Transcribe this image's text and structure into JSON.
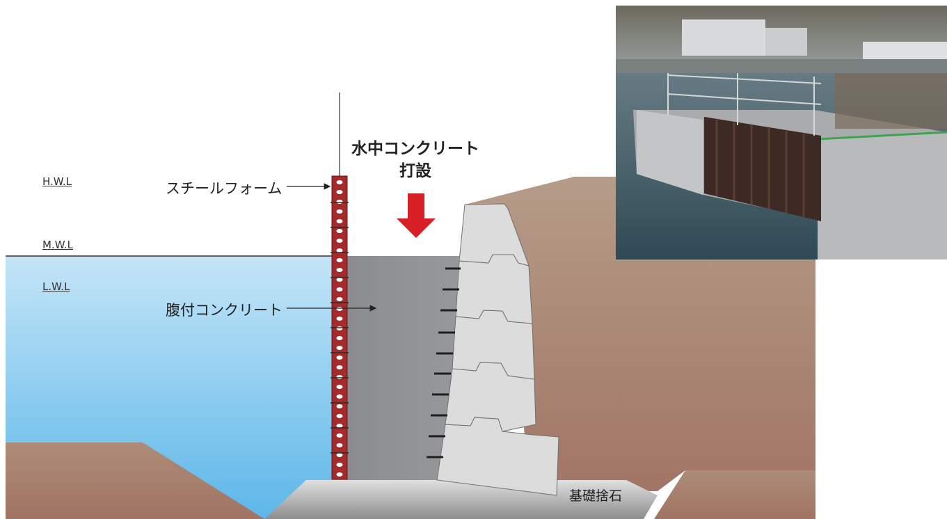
{
  "levels": {
    "hwl": "H.W.L",
    "mwl": "M.W.L",
    "lwl": "L.W.L"
  },
  "callouts": {
    "steel_form": "スチールフォーム",
    "belly_concrete": "腹付コンクリート"
  },
  "title": {
    "line1": "水中コンクリート",
    "line2": "打設"
  },
  "foundation": "基礎捨石",
  "colors": {
    "water_top": "#c3e4f7",
    "water_bottom": "#60b9ea",
    "soil": "#a98774",
    "concrete_fill": "#8e9093",
    "blocks": "#dcdcdc",
    "steel_form": "#a42b2c",
    "arrow": "#d71f26",
    "rubble": "#b4b4b4"
  },
  "photo": {
    "subject": "steel-form-on-quay-wall-photo"
  }
}
